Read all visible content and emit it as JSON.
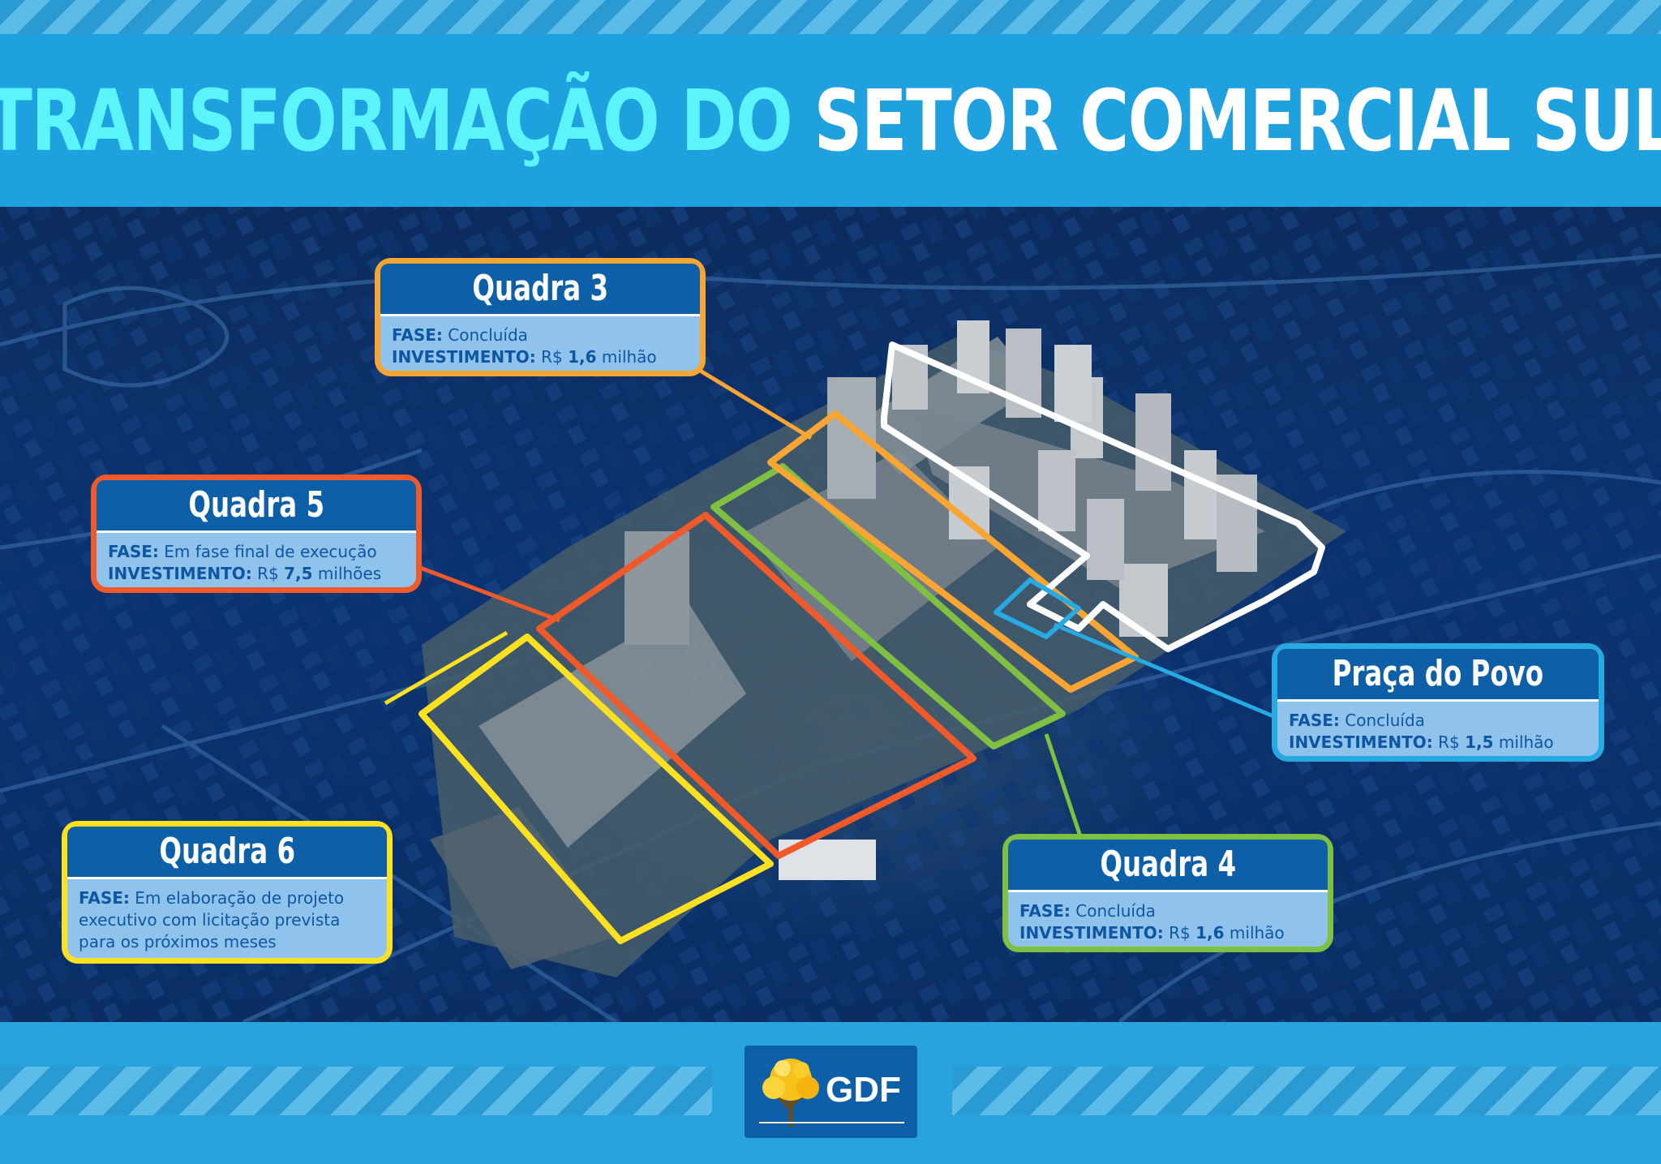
{
  "header": {
    "title_part1": "TRANSFORMAÇÃO DO",
    "title_part2": "SETOR COMERCIAL SUL"
  },
  "colors": {
    "quadra3": "#f9a533",
    "quadra5": "#f0592a",
    "quadra6": "#fce121",
    "quadra4": "#7fc042",
    "praca": "#27a9e1",
    "highlight": "#ffffff",
    "card_title_bg": "#0d5fa8",
    "card_body_bg": "#8fc3ec"
  },
  "labels": {
    "phase": "FASE:",
    "investment": "INVESTIMENTO:"
  },
  "cards": {
    "quadra3": {
      "title": "Quadra 3",
      "phase": "Concluída",
      "inv_prefix": "R$",
      "inv_value": "1,6",
      "inv_unit": "milhão"
    },
    "quadra5": {
      "title": "Quadra 5",
      "phase": "Em fase final de execução",
      "inv_prefix": "R$",
      "inv_value": "7,5",
      "inv_unit": "milhões"
    },
    "quadra6": {
      "title": "Quadra 6",
      "phase_line1": "Em elaboração de projeto",
      "phase_line2": "executivo com licitação prevista",
      "phase_line3": "para os próximos meses"
    },
    "praca": {
      "title": "Praça do Povo",
      "phase": "Concluída",
      "inv_prefix": "R$",
      "inv_value": "1,5",
      "inv_unit": "milhão"
    },
    "quadra4": {
      "title": "Quadra 4",
      "phase": "Concluída",
      "inv_prefix": "R$",
      "inv_value": "1,6",
      "inv_unit": "milhão"
    }
  },
  "footer": {
    "logo_text": "GDF"
  }
}
